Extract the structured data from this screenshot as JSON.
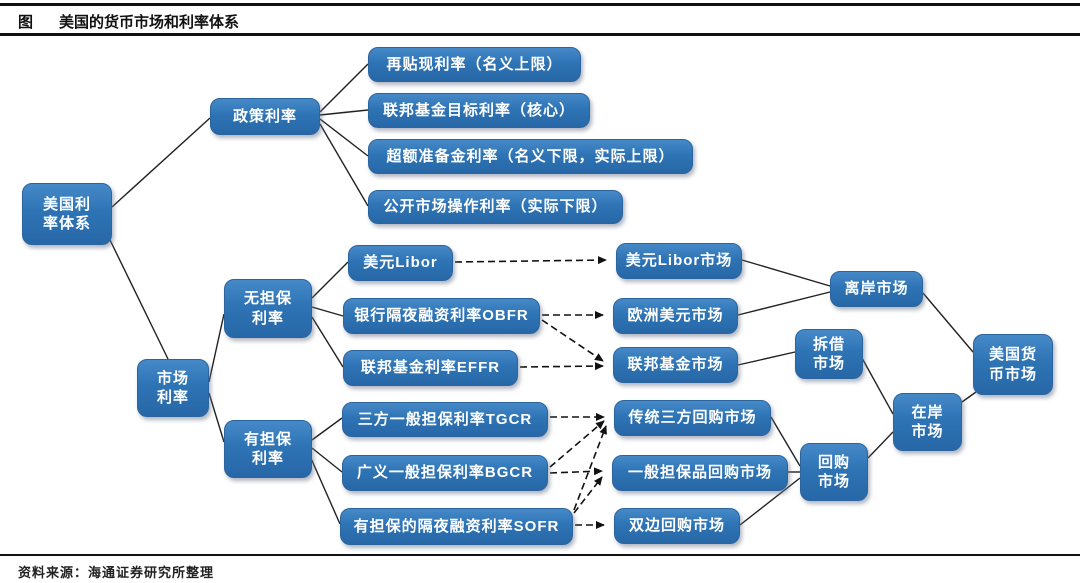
{
  "header": {
    "figure_label": "图",
    "title": "美国的货币市场和利率体系"
  },
  "footer": {
    "source": "资料来源：海通证券研究所整理"
  },
  "colors": {
    "box_fill": "#2E74B5",
    "box_border": "#2C649E",
    "box_text": "#FFFFFF",
    "line": "#1A1A1A"
  },
  "nodes": {
    "us_rate_system": {
      "label": "美国利\n率体系"
    },
    "policy_rate": {
      "label": "政策利率"
    },
    "market_rate": {
      "label": "市场\n利率"
    },
    "unsecured_rate": {
      "label": "无担保\n利率"
    },
    "secured_rate": {
      "label": "有担保\n利率"
    },
    "rediscount_rate": {
      "label": "再贴现利率（名义上限）"
    },
    "fed_funds_target_rate": {
      "label": "联邦基金目标利率（核心）"
    },
    "excess_reserve_rate": {
      "label": "超额准备金利率（名义下限，实际上限）"
    },
    "omo_rate": {
      "label": "公开市场操作利率（实际下限）"
    },
    "usd_libor": {
      "label": "美元Libor"
    },
    "obfr": {
      "label": "银行隔夜融资利率OBFR"
    },
    "effr": {
      "label": "联邦基金利率EFFR"
    },
    "tgcr": {
      "label": "三方一般担保利率TGCR"
    },
    "bgcr": {
      "label": "广义一般担保利率BGCR"
    },
    "sofr": {
      "label": "有担保的隔夜融资利率SOFR"
    },
    "usd_libor_market": {
      "label": "美元Libor市场"
    },
    "eurodollar_market": {
      "label": "欧洲美元市场"
    },
    "fed_funds_market": {
      "label": "联邦基金市场"
    },
    "triparty_repo_market": {
      "label": "传统三方回购市场"
    },
    "gc_repo_market": {
      "label": "一般担保品回购市场"
    },
    "bilateral_repo_market": {
      "label": "双边回购市场"
    },
    "offshore_market": {
      "label": "离岸市场"
    },
    "interbank_market": {
      "label": "拆借\n市场"
    },
    "repo_market": {
      "label": "回购\n市场"
    },
    "onshore_market": {
      "label": "在岸\n市场"
    },
    "us_money_market": {
      "label": "美国货\n币市场"
    }
  },
  "edges": {
    "solid": [
      "美国利率体系→政策利率",
      "美国利率体系→市场利率",
      "政策利率→再贴现利率",
      "政策利率→联邦基金目标利率",
      "政策利率→超额准备金利率",
      "政策利率→公开市场操作利率",
      "市场利率→无担保利率",
      "市场利率→有担保利率",
      "无担保利率→美元Libor",
      "无担保利率→OBFR",
      "无担保利率→EFFR",
      "有担保利率→TGCR",
      "有担保利率→BGCR",
      "有担保利率→SOFR",
      "美元Libor市场→离岸市场",
      "欧洲美元市场→离岸市场",
      "联邦基金市场→拆借市场",
      "传统三方回购市场→回购市场",
      "一般担保品回购市场→回购市场",
      "双边回购市场→回购市场",
      "离岸市场→美国货币市场",
      "拆借市场→在岸市场",
      "回购市场→在岸市场",
      "在岸市场→美国货币市场"
    ],
    "dashed_arrows": [
      "美元Libor→美元Libor市场",
      "OBFR→欧洲美元市场",
      "OBFR→联邦基金市场",
      "EFFR→联邦基金市场",
      "TGCR→传统三方回购市场",
      "BGCR→传统三方回购市场",
      "BGCR→一般担保品回购市场",
      "SOFR→传统三方回购市场",
      "SOFR→一般担保品回购市场",
      "SOFR→双边回购市场"
    ]
  }
}
